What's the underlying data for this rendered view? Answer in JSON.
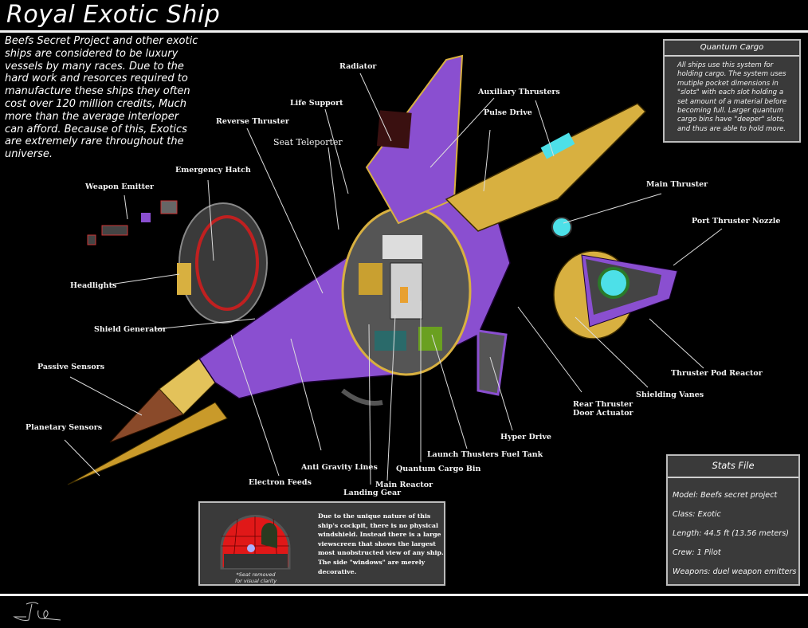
{
  "title": "Royal Exotic Ship",
  "intro_text": "Beefs Secret Project and other exotic ships are considered to be luxury vessels by many races. Due to the hard work and resorces required to manufacture these ships they often cost over 120 million credits, Much more than the average interloper can afford. Because of this, Exotics are extremely rare throughout the  universe.",
  "colors": {
    "hull_purple": "#8a4fd0",
    "trim_gold": "#d8b040",
    "panel_bg": "#3a3a3a",
    "panel_border": "#bcbcbc",
    "accent_cyan": "#4de0e8",
    "accent_red": "#e02020"
  },
  "labels": {
    "radiator": "Radiator",
    "life_support": "Life Support",
    "auxiliary_thrusters": "Auxiliary Thrusters",
    "pulse_drive": "Pulse Drive",
    "reverse_thruster": "Reverse Thruster",
    "seat_teleporter": "Seat Teleporter",
    "emergency_hatch": "Emergency Hatch",
    "weapon_emitter": "Weapon Emitter",
    "main_thruster": "Main Thruster",
    "port_thruster_nozzle": "Port Thruster Nozzle",
    "headlights": "Headlights",
    "shield_generator": "Shield Generator",
    "passive_sensors": "Passive Sensors",
    "planetary_sensors": "Planetary Sensors",
    "thruster_pod_reactor": "Thruster Pod Reactor",
    "shielding_vanes": "Shielding Vanes",
    "rear_thruster_door_actuator_line1": "Rear Thruster",
    "rear_thruster_door_actuator_line2": "Door Actuator",
    "hyper_drive": "Hyper Drive",
    "launch_thrusters_fuel_tank": "Launch Thusters Fuel Tank",
    "anti_gravity_lines": "Anti Gravity Lines",
    "quantum_cargo_bin": "Quantum Cargo Bin",
    "electron_feeds": "Electron Feeds",
    "main_reactor": "Main Reactor",
    "landing_gear": "Landing Gear"
  },
  "quantum_cargo": {
    "heading": "Quantum Cargo",
    "body": "All ships use this system for holding cargo. The system uses mutiple pocket dimensions in \"slots\" with each slot holding a set amount of a material before becoming full. Larger quantum cargo bins have \"deeper\" slots, and thus are able to hold more."
  },
  "stats_file": {
    "heading": "Stats File",
    "rows": [
      "Model: Beefs secret project",
      "Class: Exotic",
      "Length: 44.5 ft (13.56 meters)",
      "Crew: 1 Pilot",
      "Weapons: duel weapon emitters"
    ]
  },
  "cockpit_note": {
    "text": "Due to the unique nature of this ship's cockpit, there is no physical windshield. Instead there is a large viewscreen that shows the largest  most unobstructed view of any ship. The side \"windows\" are merely decorative.",
    "caption_line1": "*Seat removed",
    "caption_line2": "for visual clarity"
  }
}
